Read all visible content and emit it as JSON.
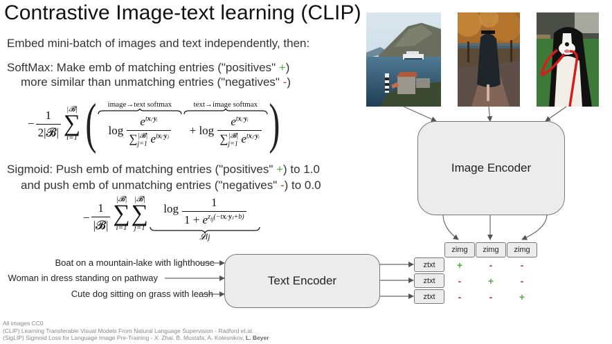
{
  "title": "Contrastive Image-text learning (CLIP)",
  "intro": "Embed mini-batch of images and text independently, then:",
  "softmax": {
    "line1_prefix": "SoftMax: Make emb of matching entries (\"positives\" ",
    "line1_sign": "+",
    "line1_suffix": ")",
    "line2_prefix": "more similar than unmatching entries (\"negatives\" ",
    "line2_sign": "-",
    "line2_suffix": ")",
    "formula": {
      "coef_num": "1",
      "coef_den": "2|𝓑|",
      "sum_upper": "|𝓑|",
      "sum_lower": "i=1",
      "brace1_label": "image→text softmax",
      "brace2_label": "text→image softmax",
      "log": "log",
      "plus": "+ log"
    }
  },
  "sigmoid": {
    "line1_prefix": "Sigmoid: Push emb of matching entries (\"positives\" ",
    "line1_sign": "+",
    "line1_suffix": ") to 1.0",
    "line2_prefix": "and push emb of unmatching entries (\"negatives\" ",
    "line2_sign": "-",
    "line2_suffix": ") to 0.0",
    "formula": {
      "coef_num": "1",
      "coef_den": "|𝓑|",
      "sum_upper": "|𝓑|",
      "sum_i_lower": "i=1",
      "sum_j_lower": "j=1",
      "log": "log",
      "frac_num": "1",
      "underbrace_label": "𝓛ij"
    }
  },
  "captions": [
    "Boat on a mountain-lake with lighthouse",
    "Woman in dress standing on pathway",
    "Cute dog sitting on grass with leash"
  ],
  "images": [
    {
      "subject": "lake-lighthouse-cruise-ship"
    },
    {
      "subject": "graduate-on-pathway"
    },
    {
      "subject": "dog-with-red-leash"
    }
  ],
  "image_encoder_label": "Image Encoder",
  "text_encoder_label": "Text Encoder",
  "zimg_label": "zimg",
  "ztxt_label": "ztxt",
  "similarity_matrix": [
    [
      "+",
      "-",
      "-"
    ],
    [
      "-",
      "+",
      "-"
    ],
    [
      "-",
      "-",
      "+"
    ]
  ],
  "colors": {
    "positive": "#5aa84a",
    "negative": "#c0392b",
    "box_fill": "#ececec",
    "box_border": "#777777"
  },
  "footer": {
    "line1": "All images CC0",
    "line2": "(CLIP) Learning Transferable Visual Models From Natural Language Supervision - Radford et.al.",
    "line3_prefix": "(SigLIP) Sigmoid Loss for Language Image Pre-Training - X. Zhai, B. Mustafa, A. Kolesnikov, ",
    "line3_bold": "L. Beyer"
  }
}
